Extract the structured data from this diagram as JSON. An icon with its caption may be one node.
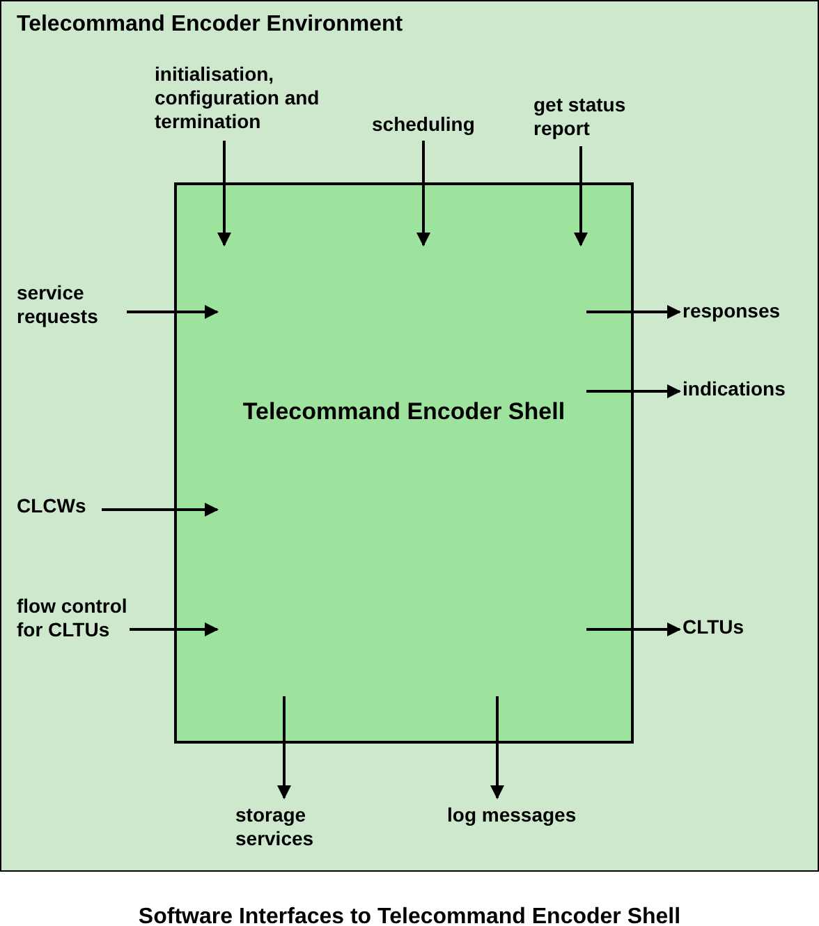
{
  "diagram": {
    "caption": "Software Interfaces to Telecommand Encoder Shell",
    "nodes": [
      {
        "text": [
          "Telecommand Encoder Environment"
        ]
      },
      {
        "text": [
          "Telecommand Encoder Shell"
        ],
        "in": 0
      },
      {
        "text": [
          "initialisation, configuration and termination"
        ],
        "in": 0
      },
      {
        "text": [
          "scheduling"
        ],
        "in": 0
      },
      {
        "text": [
          "get status report"
        ],
        "in": 0
      },
      {
        "text": [
          "service requests"
        ],
        "in": 0
      },
      {
        "text": [
          "responses"
        ],
        "in": 0
      },
      {
        "text": [
          "indications"
        ],
        "in": 0
      },
      {
        "text": [
          "CLCWs"
        ],
        "in": 0
      },
      {
        "text": [
          "flow control for CLTUs"
        ],
        "in": 0
      },
      {
        "text": [
          "CLTUs"
        ],
        "in": 0
      },
      {
        "text": [
          "storage services"
        ],
        "in": 0
      },
      {
        "text": [
          "log messages"
        ],
        "in": 0
      }
    ],
    "edges": [
      {
        "from": 2,
        "to": 1,
        "arrow": "to"
      },
      {
        "from": 3,
        "to": 1,
        "arrow": "to"
      },
      {
        "from": 4,
        "to": 1,
        "arrow": "to"
      },
      {
        "from": 5,
        "to": 1,
        "arrow": "to"
      },
      {
        "from": 1,
        "to": 6,
        "arrow": "to"
      },
      {
        "from": 1,
        "to": 7,
        "arrow": "to"
      },
      {
        "from": 8,
        "to": 1,
        "arrow": "to"
      },
      {
        "from": 9,
        "to": 1,
        "arrow": "to"
      },
      {
        "from": 1,
        "to": 10,
        "arrow": "to"
      },
      {
        "from": 1,
        "to": 11,
        "arrow": "to"
      },
      {
        "from": 1,
        "to": 12,
        "arrow": "to"
      }
    ]
  }
}
